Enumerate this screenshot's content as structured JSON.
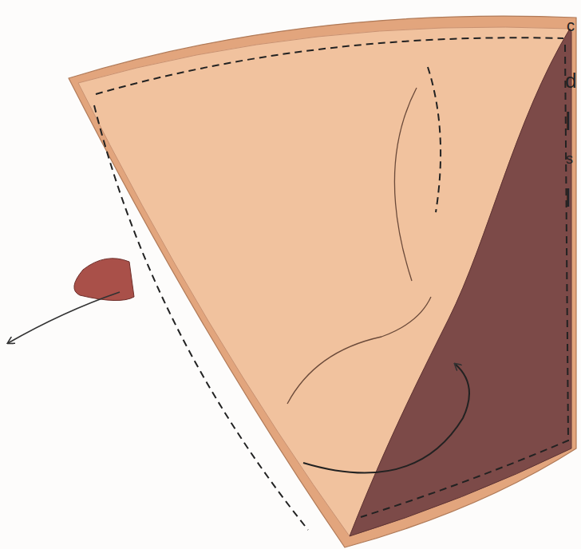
{
  "diagram": {
    "labels": [
      "c",
      "d",
      "l",
      "s",
      "l"
    ]
  }
}
